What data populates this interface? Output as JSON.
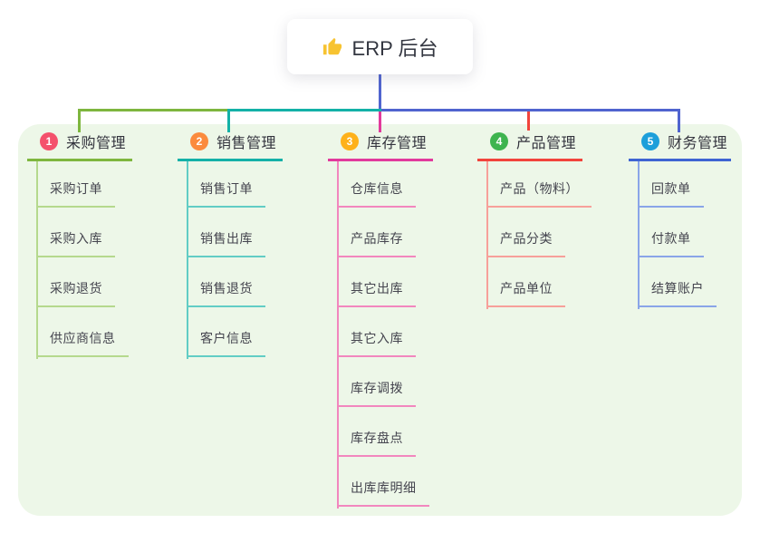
{
  "root": {
    "title": "ERP 后台",
    "icon": "thumbs-up-icon",
    "icon_color": "#f7c331",
    "card_bg": "#ffffff"
  },
  "connector": {
    "trunk_color": "#5064cf"
  },
  "canvas": {
    "page_bg": "#ffffff",
    "panel_bg": "#edf7e8"
  },
  "branches": [
    {
      "badge": "1",
      "badge_color": "#f4516c",
      "title": "采购管理",
      "color": "#7eb63e",
      "light_color": "#b5d98d",
      "children": [
        "采购订单",
        "采购入库",
        "采购退货",
        "供应商信息"
      ]
    },
    {
      "badge": "2",
      "badge_color": "#fb8b3d",
      "title": "销售管理",
      "color": "#14b1a7",
      "light_color": "#62cdc5",
      "children": [
        "销售订单",
        "销售出库",
        "销售退货",
        "客户信息"
      ]
    },
    {
      "badge": "3",
      "badge_color": "#feb11a",
      "title": "库存管理",
      "color": "#e23a9c",
      "light_color": "#f287be",
      "children": [
        "仓库信息",
        "产品库存",
        "其它出库",
        "其它入库",
        "库存调拨",
        "库存盘点",
        "出库库明细"
      ]
    },
    {
      "badge": "4",
      "badge_color": "#3eb44f",
      "title": "产品管理",
      "color": "#f2443c",
      "light_color": "#f7a09a",
      "children": [
        "产品（物料）",
        "产品分类",
        "产品单位"
      ]
    },
    {
      "badge": "5",
      "badge_color": "#1d9fda",
      "title": "财务管理",
      "color": "#3f64d2",
      "light_color": "#8aa5e8",
      "children": [
        "回款单",
        "付款单",
        "结算账户"
      ]
    }
  ]
}
